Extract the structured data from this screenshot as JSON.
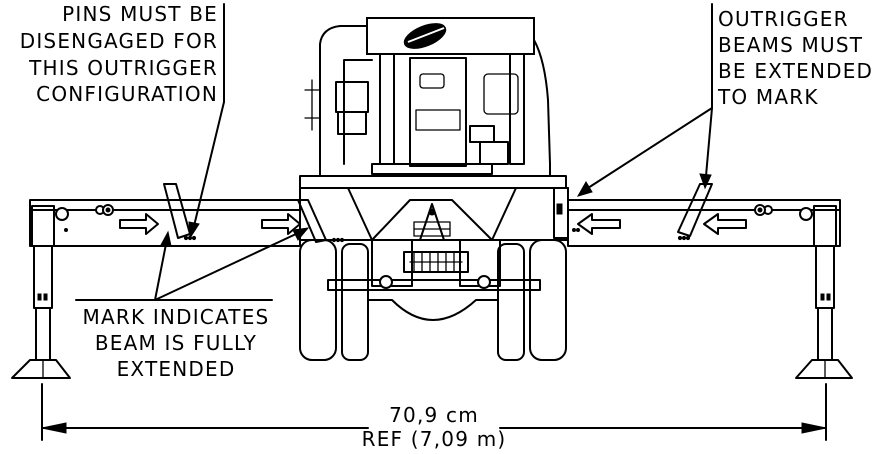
{
  "labels": {
    "pins_note": [
      "PINS MUST BE",
      "DISENGAGED FOR",
      "THIS OUTRIGGER",
      "CONFIGURATION"
    ],
    "beams_note": [
      "OUTRIGGER",
      "BEAMS MUST",
      "BE EXTENDED",
      "TO MARK"
    ],
    "mark_note": [
      "MARK INDICATES",
      "BEAM IS FULLY",
      "EXTENDED"
    ]
  },
  "dimension": {
    "value": "70,9 cm",
    "reference": "REF (7,09 m)"
  }
}
